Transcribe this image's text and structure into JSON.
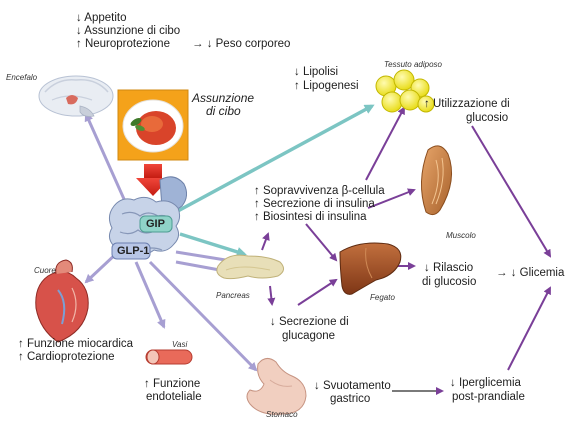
{
  "brain": {
    "label": "Encefalo",
    "lines": [
      "↓ Appetito",
      "↓ Assunzione di cibo",
      "↑ Neuroprotezione"
    ],
    "result": "→ ↓ Peso corporeo"
  },
  "food": {
    "heading_line1": "Assunzione",
    "heading_line2": "di cibo"
  },
  "hormones": {
    "gip": "GIP",
    "glp1": "GLP-1"
  },
  "adipose": {
    "label": "Tessuto adiposo",
    "lines": [
      "↓ Lipolisi",
      "↑ Lipogenesi"
    ]
  },
  "glucose_use": {
    "lines": [
      "↑ Utilizzazione di",
      "glucosio"
    ]
  },
  "muscle": {
    "label": "Muscolo"
  },
  "beta_cell": {
    "lines": [
      "↑ Sopravvivenza β-cellula",
      "↑ Secrezione di insulina",
      "↑ Biosintesi di insulina"
    ]
  },
  "pancreas": {
    "label": "Pancreas"
  },
  "liver": {
    "label": "Fegato",
    "lines": [
      "↓ Rilascio",
      "di glucosio"
    ]
  },
  "glycemia": {
    "text": "→  ↓ Glicemia"
  },
  "glucagon": {
    "lines": [
      "↓ Secrezione di",
      "glucagone"
    ]
  },
  "heart": {
    "label": "Cuore",
    "lines": [
      "↑ Funzione miocardica",
      "↑ Cardioprotezione"
    ]
  },
  "vessels": {
    "label": "Vasi",
    "lines": [
      "↑ Funzione",
      "endoteliale"
    ]
  },
  "stomach": {
    "label": "Stomaco",
    "lines": [
      "↓ Svuotamento",
      "gastrico"
    ]
  },
  "hyperglycemia": {
    "lines": [
      "↓ Iperglicemia",
      "post-prandiale"
    ]
  },
  "colors": {
    "lavender_arrow": "#a79fd2",
    "purple_arrow": "#7a3f98",
    "teal_arrow": "#7cc5c3",
    "red_arrow": "#e0281c",
    "food_box": "#f4a21a",
    "fat_yellow": "#f5ee3a",
    "liver_brown": "#9a4a22",
    "gut_blue": "#9fb3d6"
  }
}
